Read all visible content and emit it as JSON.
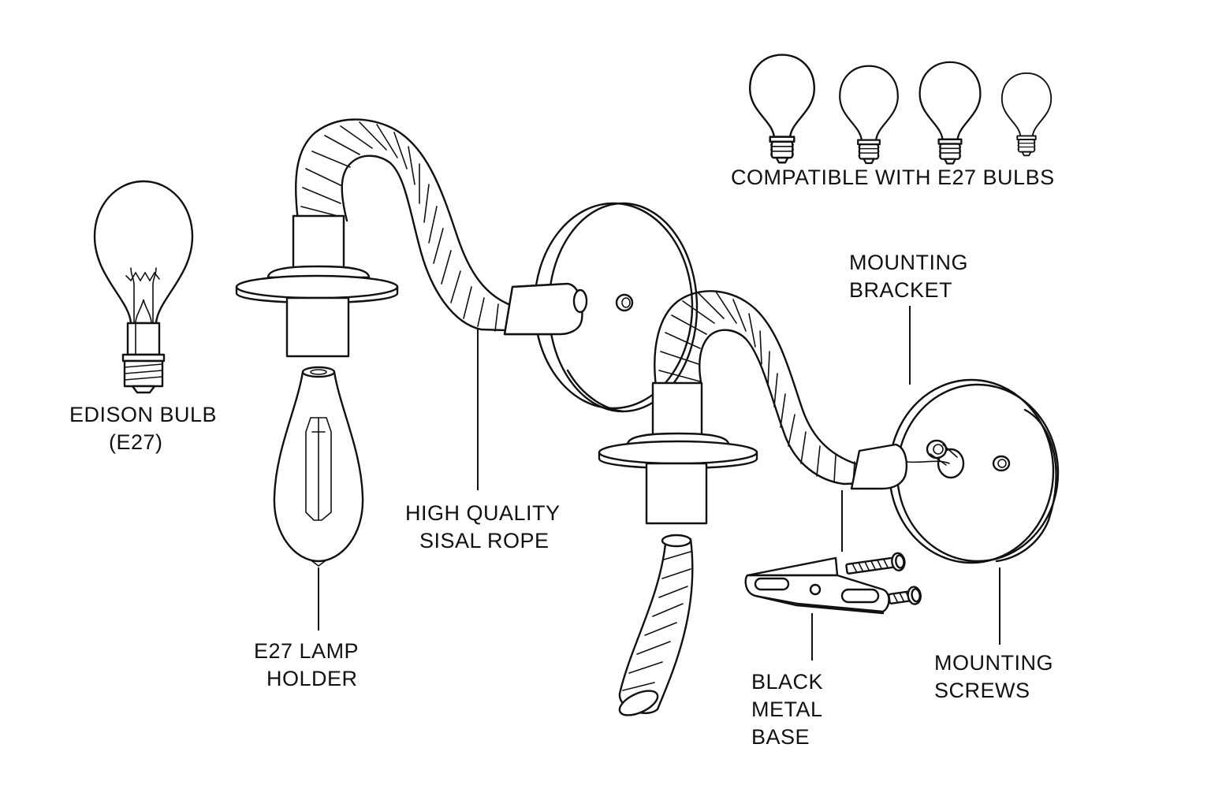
{
  "labels": {
    "compatible": "COMPATIBLE WITH E27 BULBS",
    "edison_line1": "EDISON BULB",
    "edison_line2": "(E27)",
    "lampholder_line1": "E27 LAMP",
    "lampholder_line2": "HOLDER",
    "rope_line1": "HIGH QUALITY",
    "rope_line2": "SISAL ROPE",
    "bracket_line1": "MOUNTING",
    "bracket_line2": "BRACKET",
    "base_line1": "BLACK",
    "base_line2": "METAL",
    "base_line3": "BASE",
    "screws_line1": "MOUNTING",
    "screws_line2": "SCREWS"
  },
  "colors": {
    "line": "#111111",
    "background": "#ffffff"
  }
}
